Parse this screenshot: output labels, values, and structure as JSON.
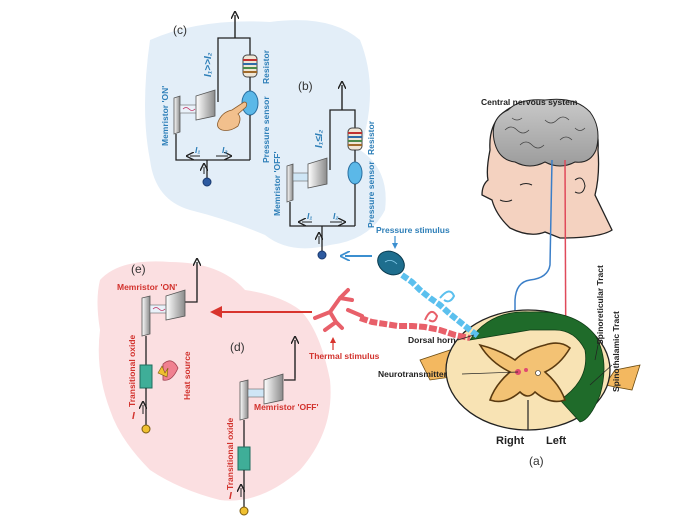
{
  "figure": {
    "panels": {
      "a": "(a)",
      "b": "(b)",
      "c": "(c)",
      "d": "(d)",
      "e": "(e)"
    },
    "cns": {
      "title": "Central nervous system"
    },
    "spinal_cord": {
      "right": "Right",
      "left": "Left",
      "dorsal_horn": "Dorsal horn",
      "neurotransmitter": "Neurotransmitter",
      "spinoreticular": "Spinoreticular Tract",
      "spinothalamic": "Spinothalamic Tract"
    },
    "stimuli": {
      "pressure": "Pressure stimulus",
      "thermal": "Thermal stimulus"
    },
    "circuit_c": {
      "memristor": "Memristor 'ON'",
      "condition": "I₁>>I₂",
      "resistor": "Resistor",
      "sensor": "Pressure sensor",
      "i1": "I₁",
      "i2": "I₂"
    },
    "circuit_b": {
      "memristor": "Memristor 'OFF'",
      "condition": "I₁≤I₂",
      "resistor": "Resistor",
      "sensor": "Pressure sensor",
      "i1": "I₁",
      "i2": "I₂"
    },
    "circuit_e": {
      "memristor": "Memristor 'ON'",
      "oxide": "Transitional oxide",
      "heat": "Heat source",
      "current": "I"
    },
    "circuit_d": {
      "memristor": "Memristor 'OFF'",
      "oxide": "Transitional oxide",
      "current": "I"
    },
    "colors": {
      "blue_bg": "#e3eef8",
      "pink_bg": "#fbdfe1",
      "blue_text": "#2e7fb8",
      "red_text": "#d2322d",
      "nerve_blue": "#4ab3e6",
      "nerve_red": "#e8606a",
      "tract_green": "#1f6b2a",
      "gray_matter": "#f3c274",
      "white_matter": "#f8e3b4"
    }
  }
}
